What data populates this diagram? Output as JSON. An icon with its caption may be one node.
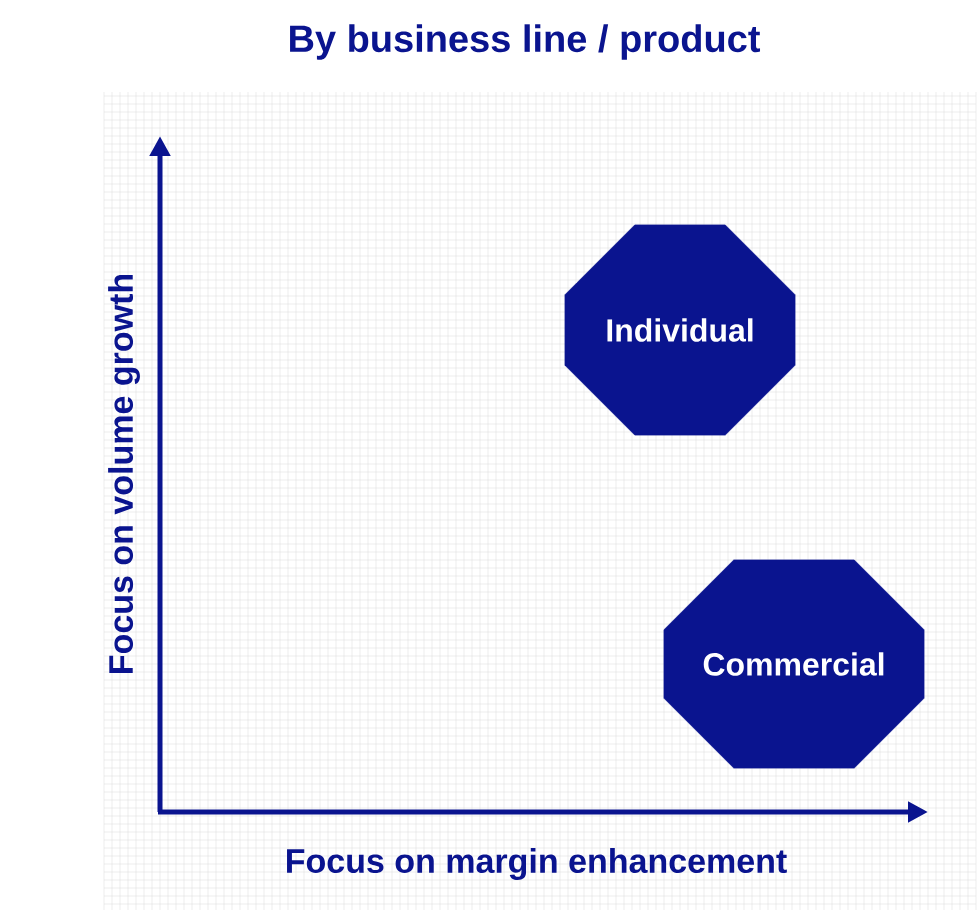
{
  "diagram": {
    "title": "By business line / product",
    "nodes": [
      {
        "text": [
          "Individual"
        ]
      },
      {
        "text": [
          "Commercial"
        ]
      }
    ],
    "labels": [
      "Focus on volume growth",
      "Focus on margin enhancement"
    ]
  }
}
